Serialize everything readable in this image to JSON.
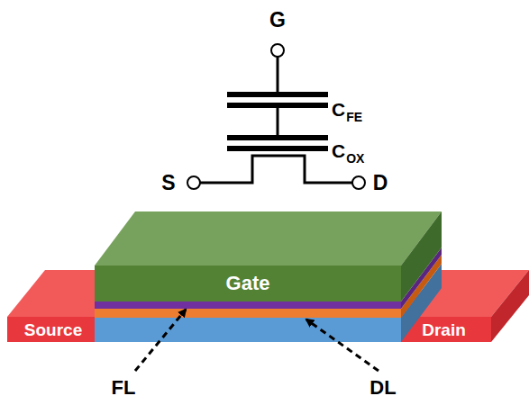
{
  "diagram": {
    "nodes": [
      {
        "text": [
          "Gate"
        ]
      },
      {
        "text": [
          "Source"
        ]
      },
      {
        "text": [
          "Drain"
        ]
      }
    ],
    "labels": [
      "G",
      "C",
      "FE",
      "C",
      "OX",
      "S",
      "D",
      "FL",
      "DL"
    ]
  }
}
